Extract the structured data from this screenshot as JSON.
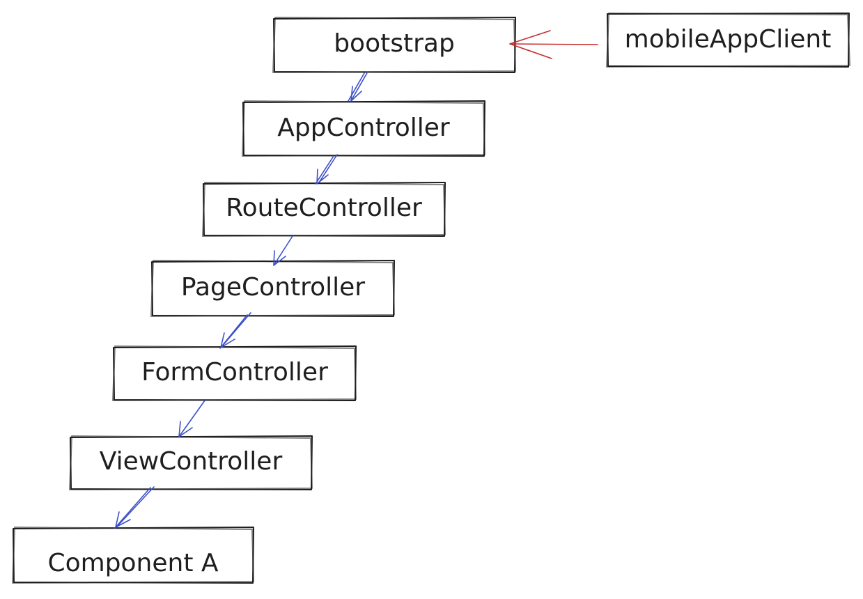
{
  "colors": {
    "box_stroke": "#1e1e1e",
    "label_text": "#1e1e1e",
    "blue_arrow": "#3b4fc9",
    "red_arrow": "#c92a2a",
    "background": "#ffffff"
  },
  "nodes": {
    "bootstrap": "bootstrap",
    "mobile_app_client": "mobileAppClient",
    "app_controller": "AppController",
    "route_controller": "RouteController",
    "page_controller": "PageController",
    "form_controller": "FormController",
    "view_controller": "ViewController",
    "component_a": "Component A"
  }
}
